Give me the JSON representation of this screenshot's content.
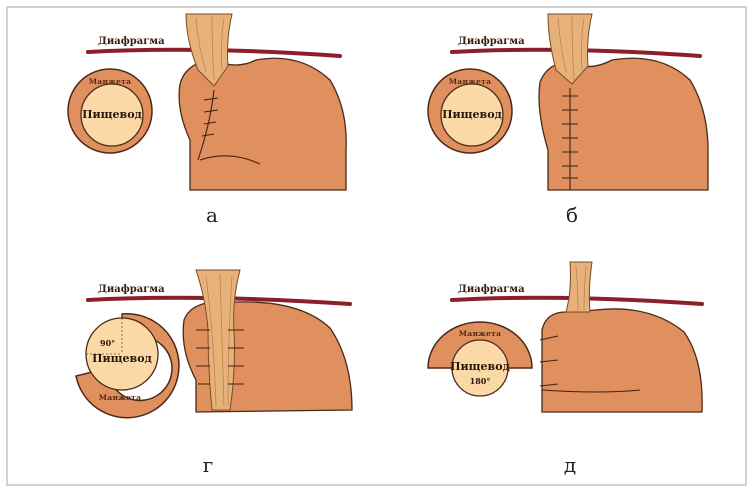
{
  "colors": {
    "stomach": "#e0905e",
    "esophagus": "#e7b27a",
    "diaphragm": "#8a1f2a",
    "lumen": "#fbd9a7"
  },
  "panels": [
    {
      "letter": "а",
      "diaphragm_label": "Диафрагма",
      "circle_label": "Пищевод",
      "cuff_label": "Манжета"
    },
    {
      "letter": "б",
      "diaphragm_label": "Диафрагма",
      "circle_label": "Пищевод",
      "cuff_label": "Манжета"
    },
    {
      "letter": "г",
      "diaphragm_label": "Диафрагма",
      "circle_label": "Пищевод",
      "cuff_label": "Манжета",
      "angle_label": "90°"
    },
    {
      "letter": "д",
      "diaphragm_label": "Диафрагма",
      "circle_label": "Пищевод",
      "cuff_label": "Манжета",
      "angle_label": "180°"
    }
  ]
}
